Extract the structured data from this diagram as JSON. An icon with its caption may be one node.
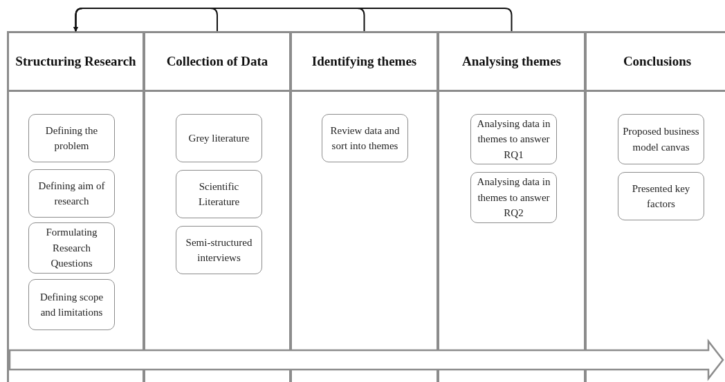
{
  "diagram": {
    "nodes": [
      {
        "text": [
          "Structuring Research"
        ]
      },
      {
        "text": [
          "Defining the problem"
        ],
        "in": 0
      },
      {
        "text": [
          "Defining aim of research"
        ],
        "in": 0
      },
      {
        "text": [
          "Formulating Research Questions"
        ],
        "in": 0
      },
      {
        "text": [
          "Defining scope and limitations"
        ],
        "in": 0
      },
      {
        "text": [
          "Collection of Data"
        ]
      },
      {
        "text": [
          "Grey literature"
        ],
        "in": 5
      },
      {
        "text": [
          "Scientific Literature"
        ],
        "in": 5
      },
      {
        "text": [
          "Semi-structured interviews"
        ],
        "in": 5
      },
      {
        "text": [
          "Identifying themes"
        ]
      },
      {
        "text": [
          "Review data and sort into themes"
        ],
        "in": 9
      },
      {
        "text": [
          "Analysing themes"
        ]
      },
      {
        "text": [
          "Analysing data in themes to answer RQ1"
        ],
        "in": 11
      },
      {
        "text": [
          "Analysing data in themes to answer RQ2"
        ],
        "in": 11
      },
      {
        "text": [
          "Conclusions"
        ]
      },
      {
        "text": [
          "Proposed business model canvas"
        ],
        "in": 14
      },
      {
        "text": [
          "Presented key factors"
        ],
        "in": 14
      }
    ],
    "edges": [
      {
        "from": 5,
        "to": 0,
        "arrow": "to"
      },
      {
        "from": 9,
        "to": 0,
        "arrow": "to"
      },
      {
        "from": 11,
        "to": 0,
        "arrow": "to"
      }
    ]
  }
}
